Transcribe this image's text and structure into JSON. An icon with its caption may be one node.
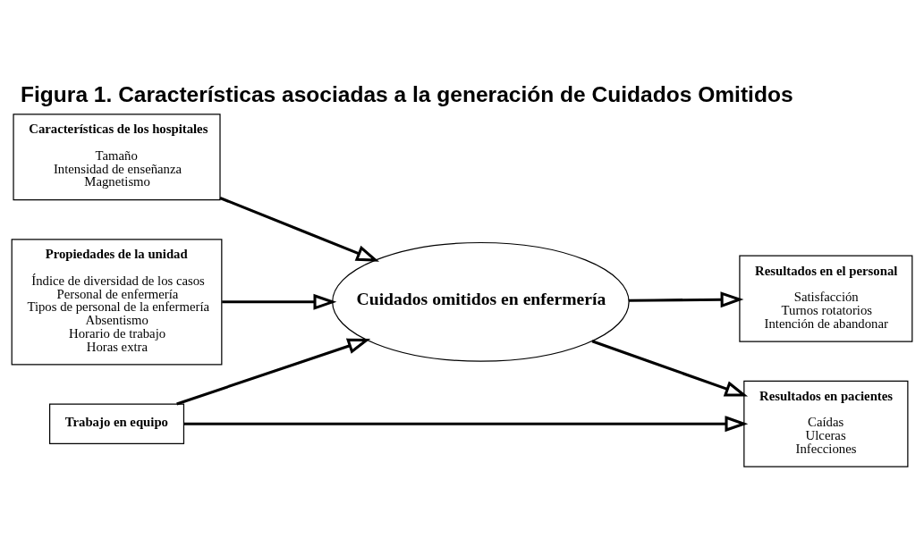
{
  "diagram": {
    "title": "Figura 1. Características asociadas a la generación de Cuidados Omitidos",
    "nodes": [
      {
        "text": [
          "Características de los hospitales",
          "Tamaño",
          "Intensidad de enseñanza",
          "Magnetismo"
        ]
      },
      {
        "text": [
          "Cuidados omitidos en enfermería"
        ]
      },
      {
        "text": [
          "Resultados en el personal",
          "Satisfacción",
          "Turnos rotatorios",
          "Intención de abandonar"
        ]
      },
      {
        "text": [
          "Propiedades de la unidad",
          "Índice de diversidad de los casos",
          "Personal de enfermería",
          "Tipos de personal de la enfermería",
          "Absentismo",
          "Horario de trabajo",
          "Horas extra"
        ]
      },
      {
        "text": [
          "Trabajo en equipo"
        ]
      },
      {
        "text": [
          "Resultados en pacientes",
          "Caídas",
          "Ulceras",
          "Infecciones"
        ]
      }
    ],
    "edges": [
      {
        "from": 0,
        "to": 1,
        "arrow": "to"
      },
      {
        "from": 1,
        "to": 2,
        "arrow": "to"
      },
      {
        "from": 3,
        "to": 1,
        "arrow": "to"
      },
      {
        "from": 4,
        "to": 1,
        "arrow": "to"
      },
      {
        "from": 1,
        "to": 5,
        "arrow": "to"
      },
      {
        "from": 4,
        "to": 5,
        "arrow": "to"
      }
    ]
  }
}
